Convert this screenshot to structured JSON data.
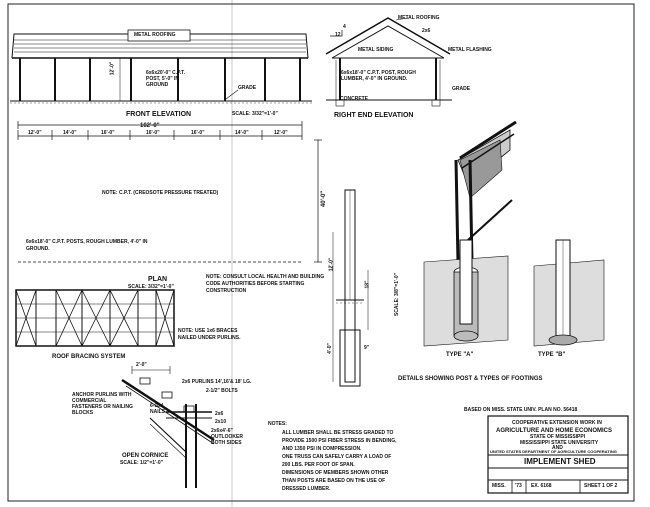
{
  "front_elevation": {
    "title": "FRONT ELEVATION",
    "scale": "SCALE: 3/32\"=1'-0\"",
    "metal_roofing": "METAL ROOFING",
    "post": "6x6x20'-0\" C.P.T. POST, 5'-0\" IN GROUND",
    "height": "12'-0\"",
    "grade": "GRADE"
  },
  "right_end_elevation": {
    "title": "RIGHT END ELEVATION",
    "metal_roofing": "METAL ROOFING",
    "pitch_rise": "4",
    "pitch_run": "12",
    "rafter": "2x6",
    "metal_siding": "METAL SIDING",
    "metal_flashing": "METAL FLASHING",
    "post": "6x6x18'-0\" C.P.T. POST, ROUGH LUMBER, 4'-0\" IN GROUND.",
    "concrete": "CONCRETE",
    "grade": "GRADE"
  },
  "plan": {
    "title": "PLAN",
    "scale": "SCALE: 3/32\"=1'-0\"",
    "overall_length": "102'-0\"",
    "bay_spacings": [
      "12'-0\"",
      "14'-0\"",
      "16'-0\"",
      "16'-0\"",
      "16'-0\"",
      "14'-0\"",
      "12'-0\""
    ],
    "width": "40'-0\"",
    "note_cpt": "NOTE: C.P.T. (CREOSOTE PRESSURE TREATED)",
    "posts_note": "6x6x18'-0\" C.P.T. POSTS, ROUGH LUMBER, 4'-0\" IN GROUND.",
    "consult_note": "NOTE: CONSULT LOCAL HEALTH AND BUILDING CODE AUTHORITIES BEFORE STARTING CONSTRUCTION"
  },
  "roof_bracing": {
    "title": "ROOF BRACING SYSTEM",
    "note": "NOTE: USE 1x6 BRACES NAILED UNDER PURLINS."
  },
  "cornice": {
    "title": "OPEN CORNICE",
    "scale": "SCALE: 1/2\"=1'-0\"",
    "overhang": "2'-0\"",
    "purlins": "2x6 PURLINS 14',16'& 18' LG.",
    "bolts": "2-1/2\" BOLTS",
    "anchor": "ANCHOR PURLINS WITH COMMERCIAL FASTENERS OR NAILING BLOCKS",
    "nails": "6-10d NAILS",
    "rafter": "2x6",
    "joist": "2x10",
    "outlooker": "2x6x4'-6\" OUTLOOKER BOTH SIDES"
  },
  "post_detail": {
    "above": "12'-0\"",
    "between": "18\"",
    "below": "4'-0\"",
    "footing": "9\""
  },
  "footings": {
    "type_a": "TYPE \"A\"",
    "type_b": "TYPE \"B\"",
    "scale": "SCALE: 3/8\"=1'-0\"",
    "caption": "DETAILS SHOWING POST & TYPES OF FOOTINGS"
  },
  "notes": {
    "heading": "NOTES:",
    "lines": [
      "ALL LUMBER SHALL BE STRESS GRADED TO",
      "PROVIDE 1500 PSI FIBER STRESS IN BENDING,",
      "AND 1350 PSI IN COMPRESSION.",
      "ONE TRUSS CAN SAFELY CARRY A LOAD OF",
      "200 LBS. PER FOOT OF SPAN.",
      "DIMENSIONS OF MEMBERS SHOWN OTHER",
      "THAN POSTS ARE BASED ON THE USE OF",
      "DRESSED LUMBER."
    ]
  },
  "title_block": {
    "based_on": "BASED ON MISS. STATE UNIV. PLAN NO. 56418",
    "line1": "COOPERATIVE EXTENSION WORK IN",
    "line2": "AGRICULTURE AND HOME ECONOMICS",
    "line3": "STATE OF MISSISSIPPI",
    "line4": "MISSISSIPPI STATE UNIVERSITY",
    "line5": "AND",
    "line6": "UNITED STATES DEPARTMENT OF AGRICULTURE COOPERATING",
    "project": "IMPLEMENT SHED",
    "state": "MISS.",
    "year": "'73",
    "plan_no": "EX. 6168",
    "sheet": "SHEET 1 OF 2"
  }
}
